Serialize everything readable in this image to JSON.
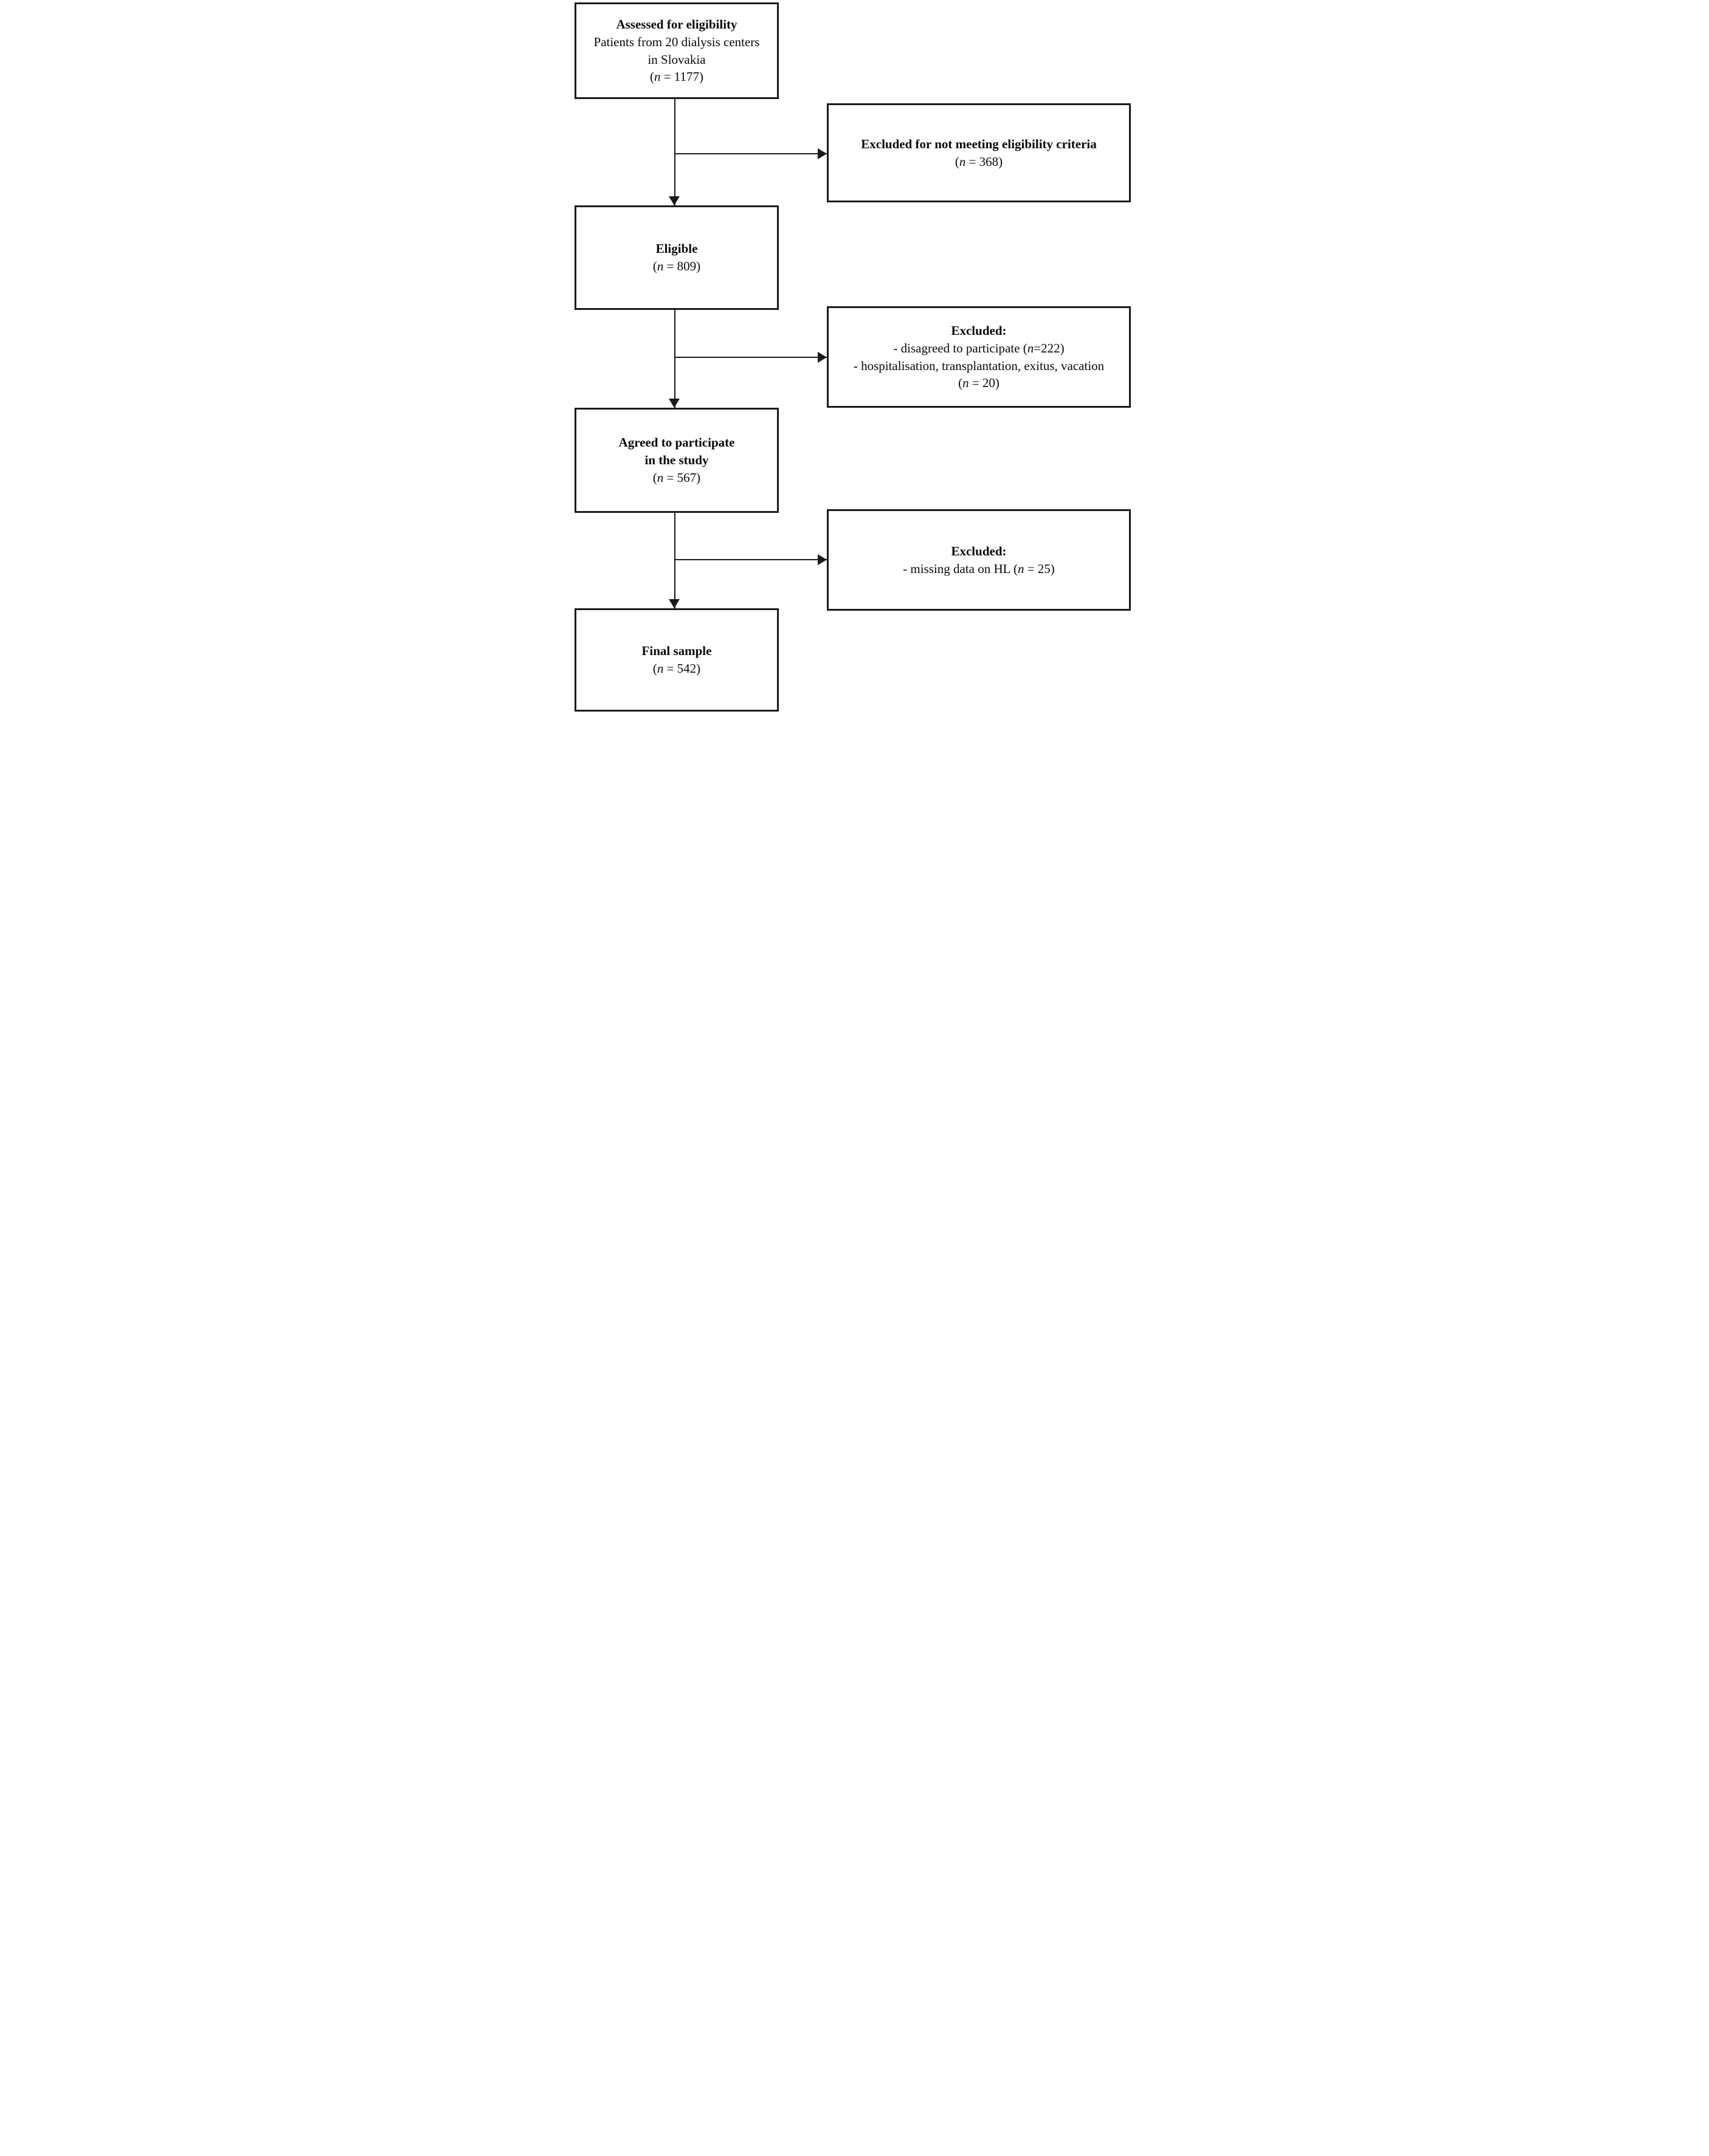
{
  "meta": {
    "figure_type": "participant-flow-diagram",
    "ink_color": "#1a1a1a",
    "paper_color": "#ffffff"
  },
  "boxes": {
    "assessed": {
      "heading": "Assessed for eligibility",
      "line1": "Patients from 20 dialysis centers",
      "line2": "in Slovakia",
      "count": {
        "pre": "(",
        "n": "n",
        "post": " = 1177)"
      }
    },
    "excluded1": {
      "heading": "Excluded for not meeting eligibility criteria",
      "count": {
        "pre": "(",
        "n": "n",
        "post": " = 368)"
      }
    },
    "eligible": {
      "heading": "Eligible",
      "count": {
        "pre": "(",
        "n": "n",
        "post": " = 809)"
      }
    },
    "excluded2": {
      "heading": "Excluded:",
      "item1": {
        "pre": "- disagreed to participate (",
        "n": "n",
        "post": "=222)"
      },
      "item2": "- hospitalisation, transplantation, exitus, vacation",
      "count": {
        "pre": "(",
        "n": "n",
        "post": " = 20)"
      }
    },
    "agreed": {
      "heading1": "Agreed to participate",
      "heading2": "in the study",
      "count": {
        "pre": "(",
        "n": "n",
        "post": " = 567)"
      }
    },
    "excluded3": {
      "heading": "Excluded:",
      "item1": {
        "pre": "- missing data on HL (",
        "n": "n",
        "post": " = 25)"
      }
    },
    "final": {
      "heading": "Final sample",
      "count": {
        "pre": "(",
        "n": "n",
        "post": " = 542)"
      }
    }
  }
}
